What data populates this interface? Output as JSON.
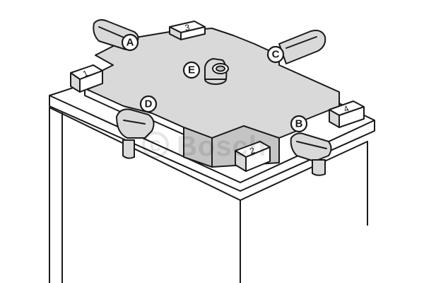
{
  "callouts": {
    "a": "A",
    "b": "B",
    "c": "C",
    "d": "D",
    "e": "E"
  },
  "terminal_numbers": {
    "t1": "1",
    "t2": "2",
    "t3": "3",
    "t4": "4"
  },
  "watermark": {
    "text": "Bosch",
    "symbol": "C"
  }
}
